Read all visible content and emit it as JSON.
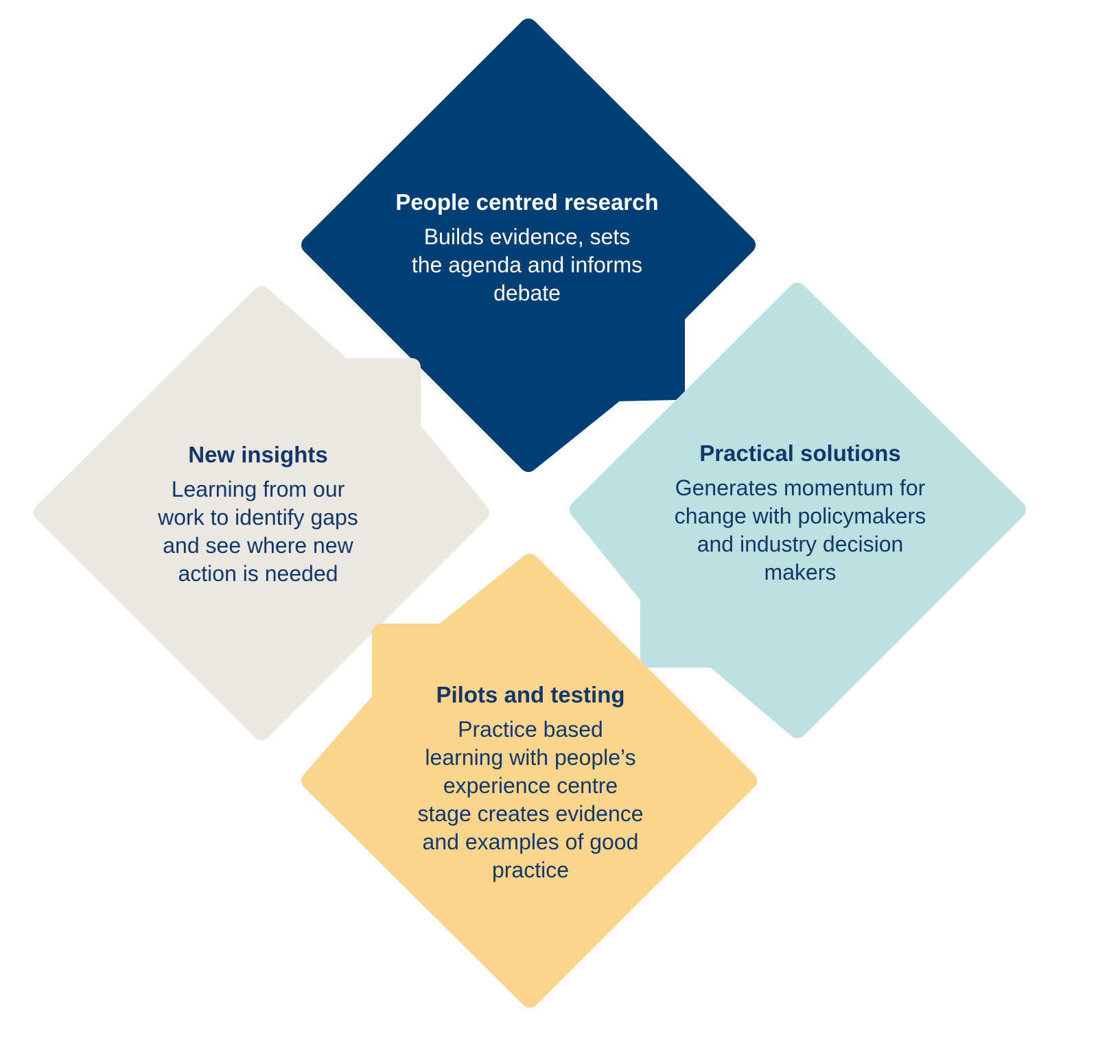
{
  "colors": {
    "navy": "#003f75",
    "beige": "#ebe8e1",
    "teal": "#bde0e0",
    "yellow": "#fcd58c",
    "text_dark": "#12386b",
    "text_light": "#ffffff"
  },
  "cards": {
    "research": {
      "title": "People centred research",
      "lines": [
        "Builds evidence, sets",
        "the agenda and informs",
        "debate"
      ]
    },
    "insights": {
      "title": "New insights",
      "lines": [
        "Learning from our",
        "work to identify gaps",
        "and see where new",
        "action is needed"
      ]
    },
    "solutions": {
      "title": "Practical solutions",
      "lines": [
        "Generates momentum for",
        "change with policymakers",
        "and industry decision",
        "makers"
      ]
    },
    "pilots": {
      "title": "Pilots and testing",
      "lines": [
        "Practice based",
        "learning with people’s",
        "experience centre",
        "stage creates evidence",
        "and examples of good",
        "practice"
      ]
    }
  }
}
